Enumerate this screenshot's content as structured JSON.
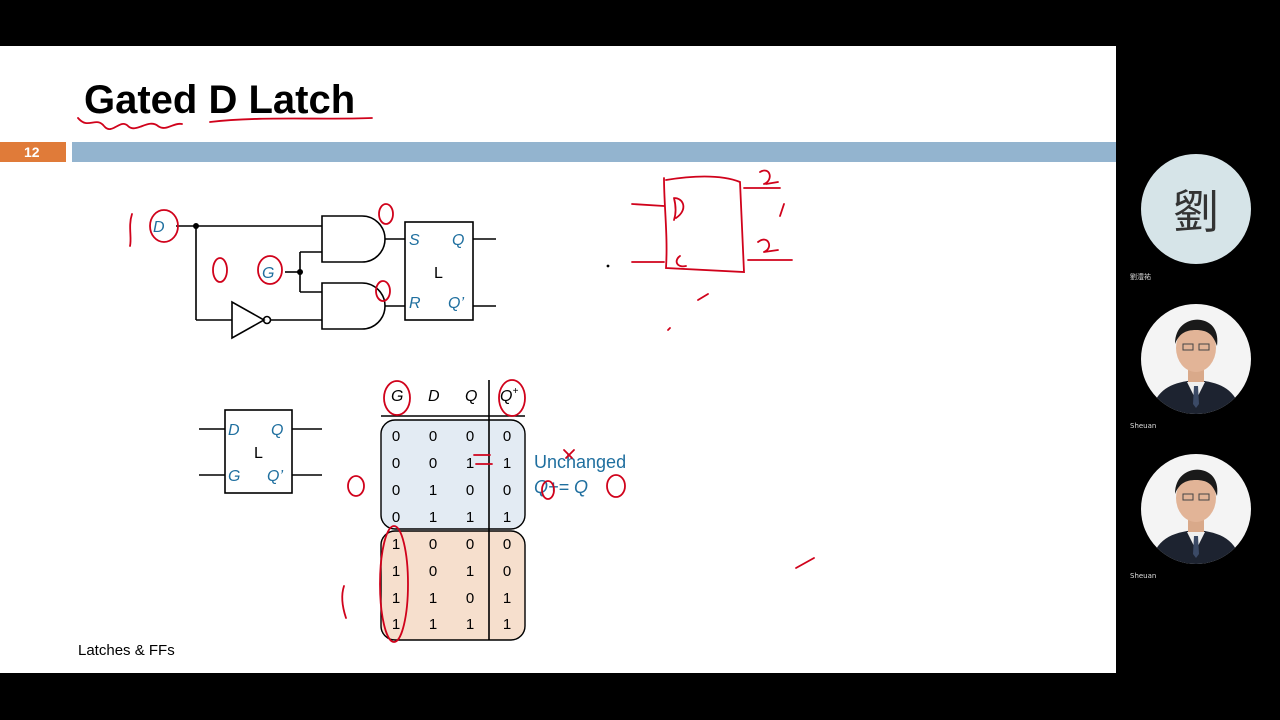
{
  "slide": {
    "title": "Gated D Latch",
    "page_number": "12",
    "footer": "Latches & FFs",
    "circuit": {
      "input_d": "D",
      "input_g": "G",
      "latch_s": "S",
      "latch_r": "R",
      "latch_q": "Q",
      "latch_qbar": "Q’",
      "latch_name": "L"
    },
    "symbol": {
      "d": "D",
      "q": "Q",
      "g": "G",
      "qbar": "Q’",
      "name": "L"
    },
    "truth_table": {
      "headers": [
        "G",
        "D",
        "Q",
        "Q"
      ],
      "header_sup": "+",
      "rows": [
        [
          "0",
          "0",
          "0",
          "0"
        ],
        [
          "0",
          "0",
          "1",
          "1"
        ],
        [
          "0",
          "1",
          "0",
          "0"
        ],
        [
          "0",
          "1",
          "1",
          "1"
        ],
        [
          "1",
          "0",
          "0",
          "0"
        ],
        [
          "1",
          "0",
          "1",
          "0"
        ],
        [
          "1",
          "1",
          "0",
          "1"
        ],
        [
          "1",
          "1",
          "1",
          "1"
        ]
      ]
    },
    "annotation": {
      "line1": "Unchanged",
      "line2": "Q+= Q"
    },
    "colors": {
      "accent_orange": "#e07b39",
      "header_bar": "#93b4cf",
      "label_blue": "#1f6f9f",
      "ink_red": "#d0021b",
      "group_blue": "#e3ebf3",
      "group_orange": "#f6dfcd"
    }
  },
  "participants": [
    {
      "initial": "劉",
      "name": "劉澧祐"
    },
    {
      "name": "Sheuan"
    },
    {
      "name": "Sheuan"
    }
  ]
}
